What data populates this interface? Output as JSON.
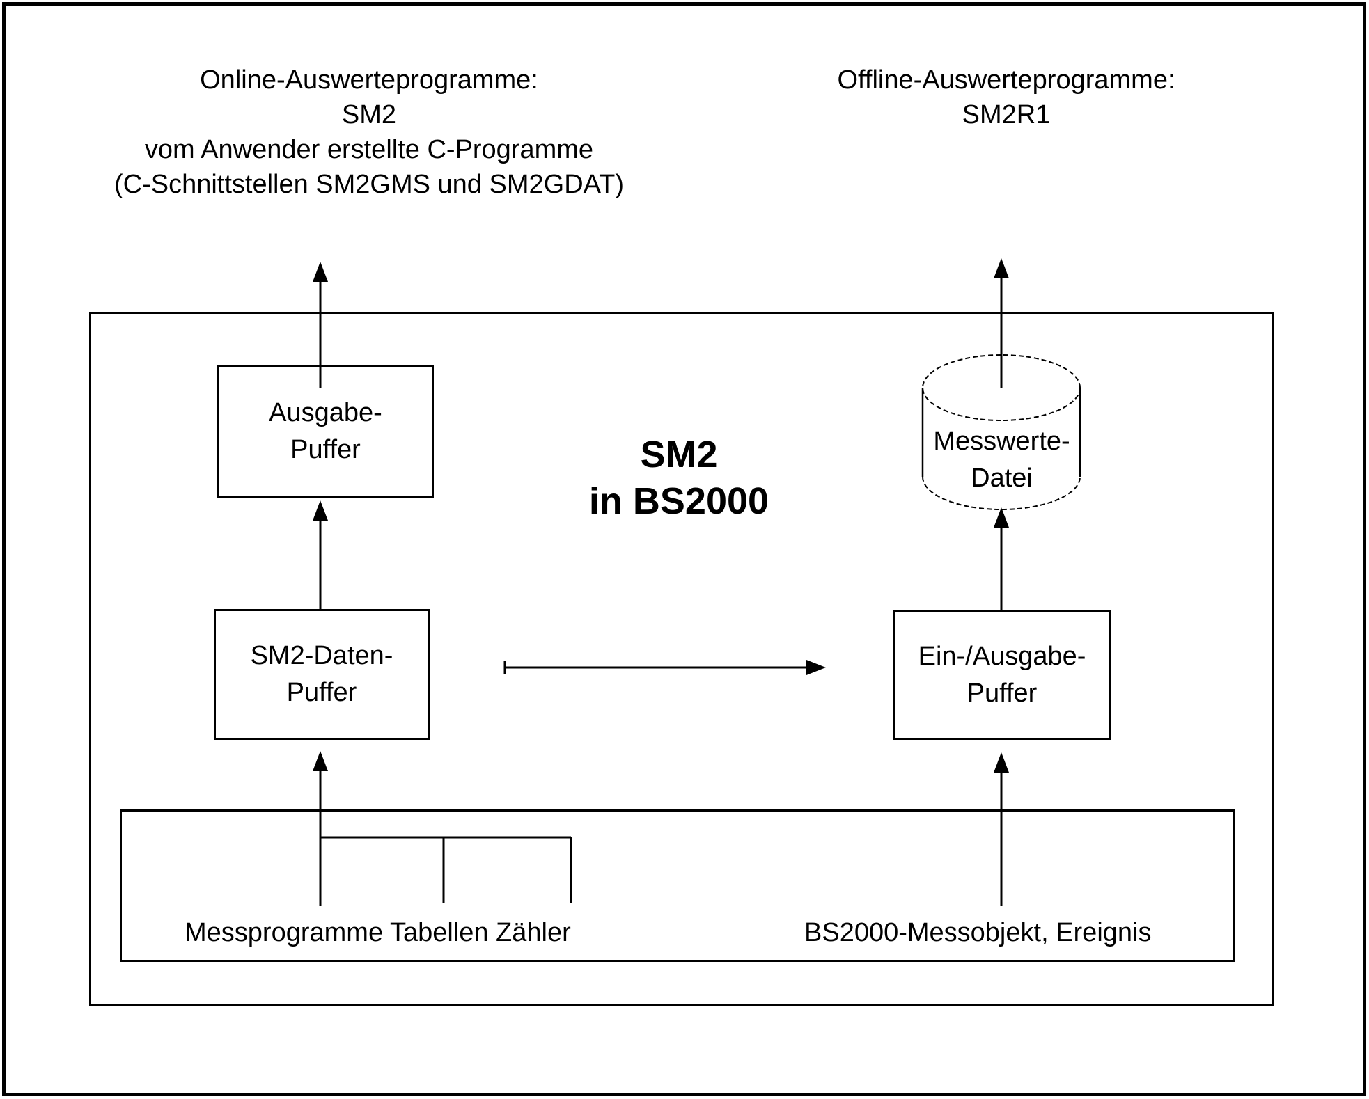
{
  "diagram": {
    "top_left": {
      "lines": [
        "Online-Auswerteprogramme:",
        "SM2",
        "vom Anwender erstellte C-Programme",
        "(C-Schnittstellen SM2GMS und SM2GDAT)"
      ]
    },
    "top_right": {
      "lines": [
        "Offline-Auswerteprogramme:",
        "SM2R1"
      ]
    },
    "container_title": {
      "lines": [
        "SM2",
        "in BS2000"
      ]
    },
    "boxes": {
      "ausgabe_puffer": {
        "lines": [
          "Ausgabe-",
          "Puffer"
        ]
      },
      "sm2_daten_puffer": {
        "lines": [
          "SM2-Daten-",
          "Puffer"
        ]
      },
      "ein_ausgabe_puffer": {
        "lines": [
          "Ein-/Ausgabe-",
          "Puffer"
        ]
      }
    },
    "cylinder": {
      "lines": [
        "Messwerte-",
        "Datei"
      ]
    },
    "bottom_box": {
      "left_label": "Messprogramme Tabellen Zähler",
      "right_label": "BS2000-Messobjekt, Ereignis"
    },
    "colors": {
      "ink": "#000000",
      "background": "#ffffff"
    }
  }
}
